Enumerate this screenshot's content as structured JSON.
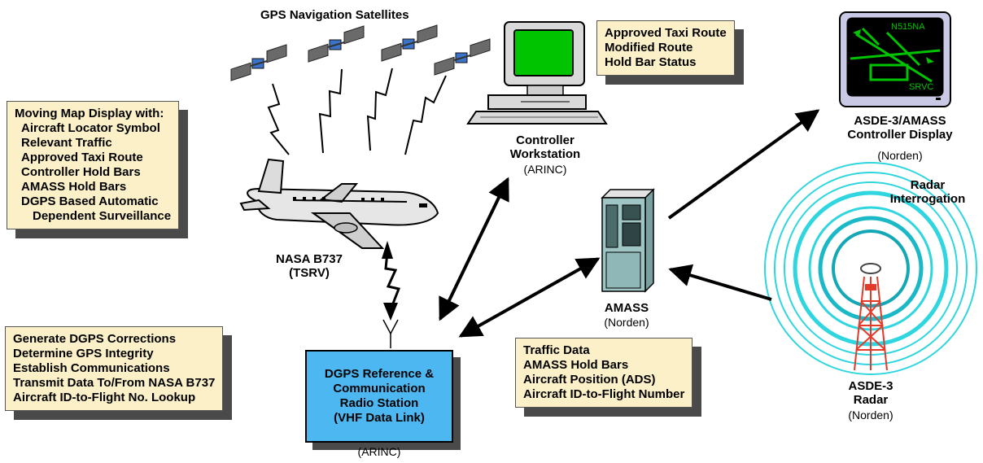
{
  "satellites": {
    "title": "GPS Navigation Satellites"
  },
  "workstation": {
    "name_line1": "Controller",
    "name_line2": "Workstation",
    "vendor": "(ARINC)"
  },
  "asde_display": {
    "name_line1": "ASDE-3/AMASS",
    "name_line2": "Controller Display",
    "vendor": "(Norden)",
    "screen_labels": [
      "N515NA",
      "SRVC"
    ]
  },
  "aircraft": {
    "name_line1": "NASA B737",
    "name_line2": "(TSRV)"
  },
  "amass": {
    "name": "AMASS",
    "vendor": "(Norden)"
  },
  "radar": {
    "interrogation_line1": "Radar",
    "interrogation_line2": "Interrogation",
    "name_line1": "ASDE-3",
    "name_line2": "Radar",
    "vendor": "(Norden)"
  },
  "station": {
    "lines": [
      "DGPS Reference &",
      "Communication",
      "Radio Station",
      "(VHF Data Link)"
    ],
    "vendor": "(ARINC)"
  },
  "notes": {
    "uplink": [
      "Approved Taxi Route",
      "Modified Route",
      "Hold Bar Status"
    ],
    "moving_map": [
      "Moving Map Display with:",
      "Aircraft Locator Symbol",
      "Relevant Traffic",
      "Approved Taxi Route",
      "Controller Hold Bars",
      "AMASS Hold Bars",
      "DGPS Based Automatic",
      "Dependent Surveillance"
    ],
    "station_functions": [
      "Generate DGPS Corrections",
      "Determine GPS Integrity",
      "Establish Communications",
      "Transmit Data To/From NASA B737",
      "Aircraft ID-to-Flight No. Lookup"
    ],
    "amass_data": [
      "Traffic Data",
      "AMASS Hold Bars",
      "Aircraft Position (ADS)",
      "Aircraft ID-to-Flight Number"
    ]
  },
  "colors": {
    "note_fill": "#fbf0c7",
    "station_fill": "#4db7f2",
    "screen_green": "#00c400",
    "radar_ring": "#2fd6e0",
    "radar_tower": "#e33a2a",
    "shadow": "#4a4a4a"
  }
}
